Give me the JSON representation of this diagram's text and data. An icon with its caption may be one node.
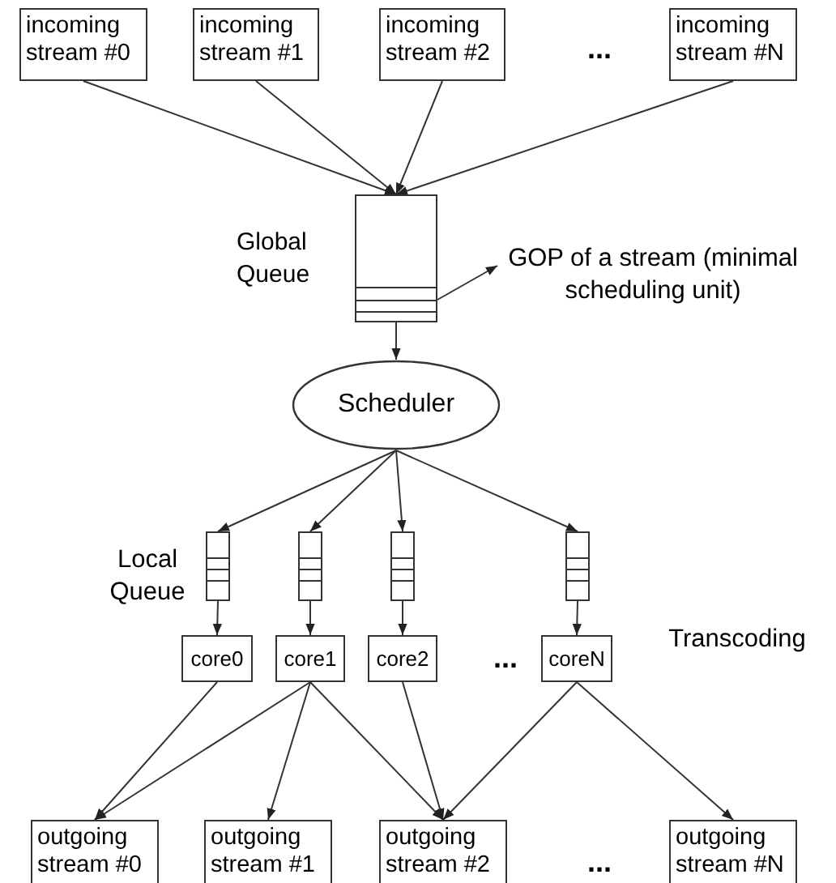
{
  "diagram": {
    "nodes": [
      {
        "text": [
          "incoming stream #0"
        ]
      },
      {
        "text": [
          "incoming stream #1"
        ]
      },
      {
        "text": [
          "incoming stream #2"
        ]
      },
      {
        "text": [
          "incoming stream #N"
        ]
      },
      {
        "text": [],
        "shape": "box",
        "beside": [
          "Global Queue"
        ]
      },
      {
        "text": [
          "GOP of a stream (minimal scheduling unit)"
        ]
      },
      {
        "text": [
          "Scheduler"
        ]
      },
      {
        "text": [],
        "shape": "box"
      },
      {
        "text": [],
        "shape": "box"
      },
      {
        "text": [],
        "shape": "box"
      },
      {
        "text": [],
        "shape": "box"
      },
      {
        "text": [
          "core0"
        ]
      },
      {
        "text": [
          "core1"
        ]
      },
      {
        "text": [
          "core2"
        ]
      },
      {
        "text": [
          "coreN"
        ]
      },
      {
        "text": [
          "outgoing stream #0"
        ]
      },
      {
        "text": [
          "outgoing stream #1"
        ]
      },
      {
        "text": [
          "outgoing stream #2"
        ]
      },
      {
        "text": [
          "outgoing stream #N"
        ]
      }
    ],
    "edges": [
      {
        "from": 0,
        "to": 4,
        "arrow": "to"
      },
      {
        "from": 1,
        "to": 4,
        "arrow": "to"
      },
      {
        "from": 2,
        "to": 4,
        "arrow": "to"
      },
      {
        "from": 3,
        "to": 4,
        "arrow": "to"
      },
      {
        "from": 4,
        "to": 5,
        "arrow": "to"
      },
      {
        "from": 4,
        "to": 6,
        "arrow": "to"
      },
      {
        "from": 6,
        "to": 7,
        "arrow": "to"
      },
      {
        "from": 6,
        "to": 8,
        "arrow": "to"
      },
      {
        "from": 6,
        "to": 9,
        "arrow": "to"
      },
      {
        "from": 6,
        "to": 10,
        "arrow": "to"
      },
      {
        "from": 7,
        "to": 11,
        "arrow": "to"
      },
      {
        "from": 8,
        "to": 12,
        "arrow": "to"
      },
      {
        "from": 9,
        "to": 13,
        "arrow": "to"
      },
      {
        "from": 10,
        "to": 14,
        "arrow": "to"
      },
      {
        "from": 11,
        "to": 15,
        "arrow": "to"
      },
      {
        "from": 12,
        "to": 15,
        "arrow": "to"
      },
      {
        "from": 12,
        "to": 16,
        "arrow": "to"
      },
      {
        "from": 12,
        "to": 17,
        "arrow": "to"
      },
      {
        "from": 13,
        "to": 17,
        "arrow": "to"
      },
      {
        "from": 14,
        "to": 17,
        "arrow": "to"
      },
      {
        "from": 14,
        "to": 18,
        "arrow": "to"
      }
    ],
    "labels": [
      "...",
      "Local Queue",
      "...",
      "Transcoding",
      "..."
    ]
  }
}
